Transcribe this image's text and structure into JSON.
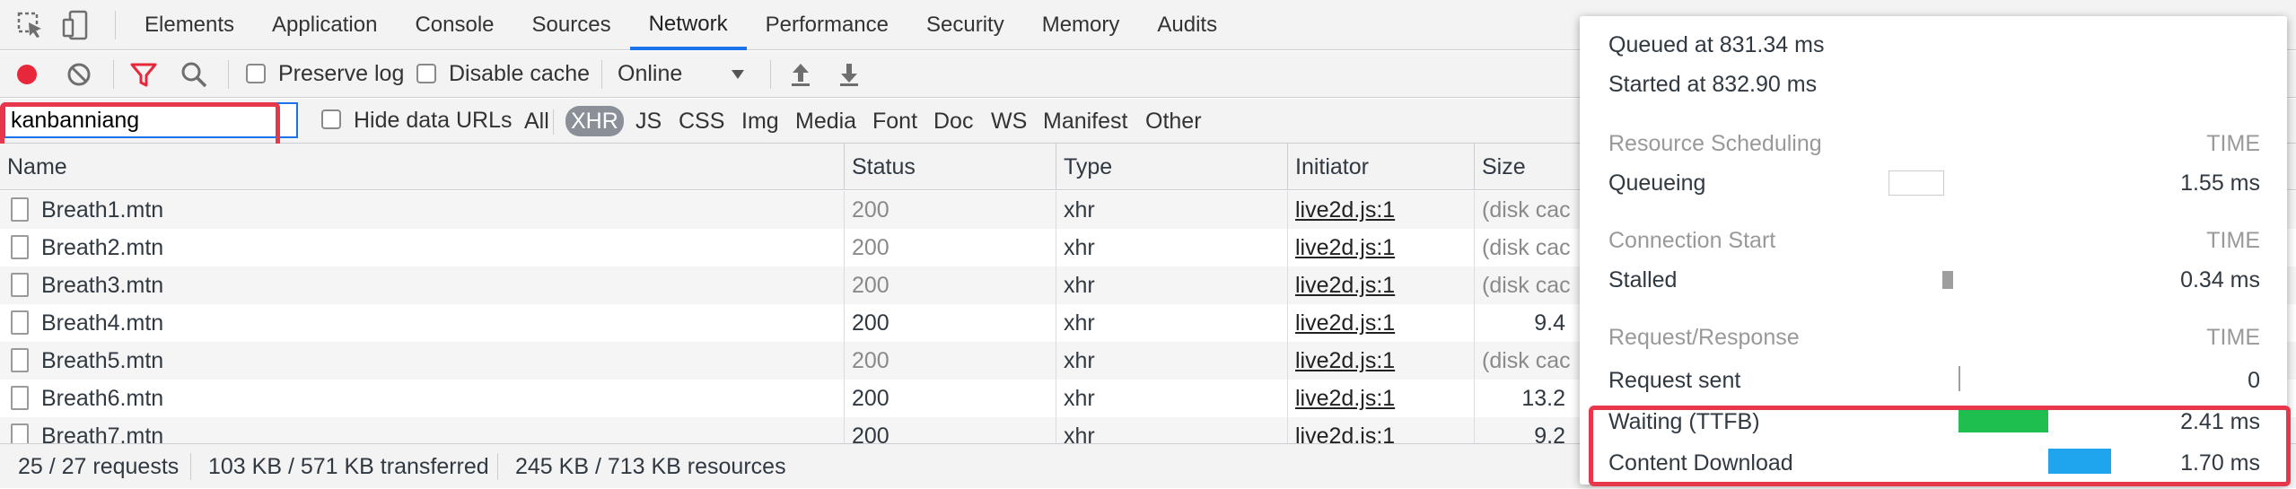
{
  "tabs": [
    "Elements",
    "Application",
    "Console",
    "Sources",
    "Network",
    "Performance",
    "Security",
    "Memory",
    "Audits"
  ],
  "active_tab": "Network",
  "toolbar": {
    "preserve_log": "Preserve log",
    "disable_cache": "Disable cache",
    "throttle": "Online"
  },
  "filter": {
    "value": "kanbanniang",
    "hide_data_urls": "Hide data URLs",
    "types": [
      "All",
      "XHR",
      "JS",
      "CSS",
      "Img",
      "Media",
      "Font",
      "Doc",
      "WS",
      "Manifest",
      "Other"
    ],
    "active_type": "XHR"
  },
  "columns": [
    "Name",
    "Status",
    "Type",
    "Initiator",
    "Size"
  ],
  "rows": [
    {
      "name": "Breath1.mtn",
      "status": "200",
      "type": "xhr",
      "initiator": "live2d.js:1",
      "size": "(disk cac",
      "dim": true
    },
    {
      "name": "Breath2.mtn",
      "status": "200",
      "type": "xhr",
      "initiator": "live2d.js:1",
      "size": "(disk cac",
      "dim": true
    },
    {
      "name": "Breath3.mtn",
      "status": "200",
      "type": "xhr",
      "initiator": "live2d.js:1",
      "size": "(disk cac",
      "dim": true
    },
    {
      "name": "Breath4.mtn",
      "status": "200",
      "type": "xhr",
      "initiator": "live2d.js:1",
      "size": "9.4",
      "dim": false
    },
    {
      "name": "Breath5.mtn",
      "status": "200",
      "type": "xhr",
      "initiator": "live2d.js:1",
      "size": "(disk cac",
      "dim": true
    },
    {
      "name": "Breath6.mtn",
      "status": "200",
      "type": "xhr",
      "initiator": "live2d.js:1",
      "size": "13.2",
      "dim": false
    },
    {
      "name": "Breath7.mtn",
      "status": "200",
      "type": "xhr",
      "initiator": "live2d.js:1",
      "size": "9.2",
      "dim": false
    }
  ],
  "status": {
    "requests": "25 / 27 requests",
    "transferred": "103 KB / 571 KB transferred",
    "resources": "245 KB / 713 KB resources"
  },
  "timing": {
    "queued": "Queued at 831.34 ms",
    "started": "Started at 832.90 ms",
    "time_label": "TIME",
    "sections": [
      {
        "title": "Resource Scheduling",
        "items": [
          {
            "label": "Queueing",
            "value": "1.55 ms",
            "color": "#ffffff"
          }
        ]
      },
      {
        "title": "Connection Start",
        "items": [
          {
            "label": "Stalled",
            "value": "0.34 ms",
            "color": "#9e9e9e"
          }
        ]
      },
      {
        "title": "Request/Response",
        "items": [
          {
            "label": "Request sent",
            "value": "0",
            "color": "#9e9e9e"
          },
          {
            "label": "Waiting (TTFB)",
            "value": "2.41 ms",
            "color": "#1fbf4f"
          },
          {
            "label": "Content Download",
            "value": "1.70 ms",
            "color": "#1ea5ee"
          }
        ]
      }
    ]
  },
  "colors": {
    "accent": "#1a73e8",
    "highlight": "#e8364a",
    "record": "#e8283a",
    "filter_icon": "#e8283a"
  }
}
